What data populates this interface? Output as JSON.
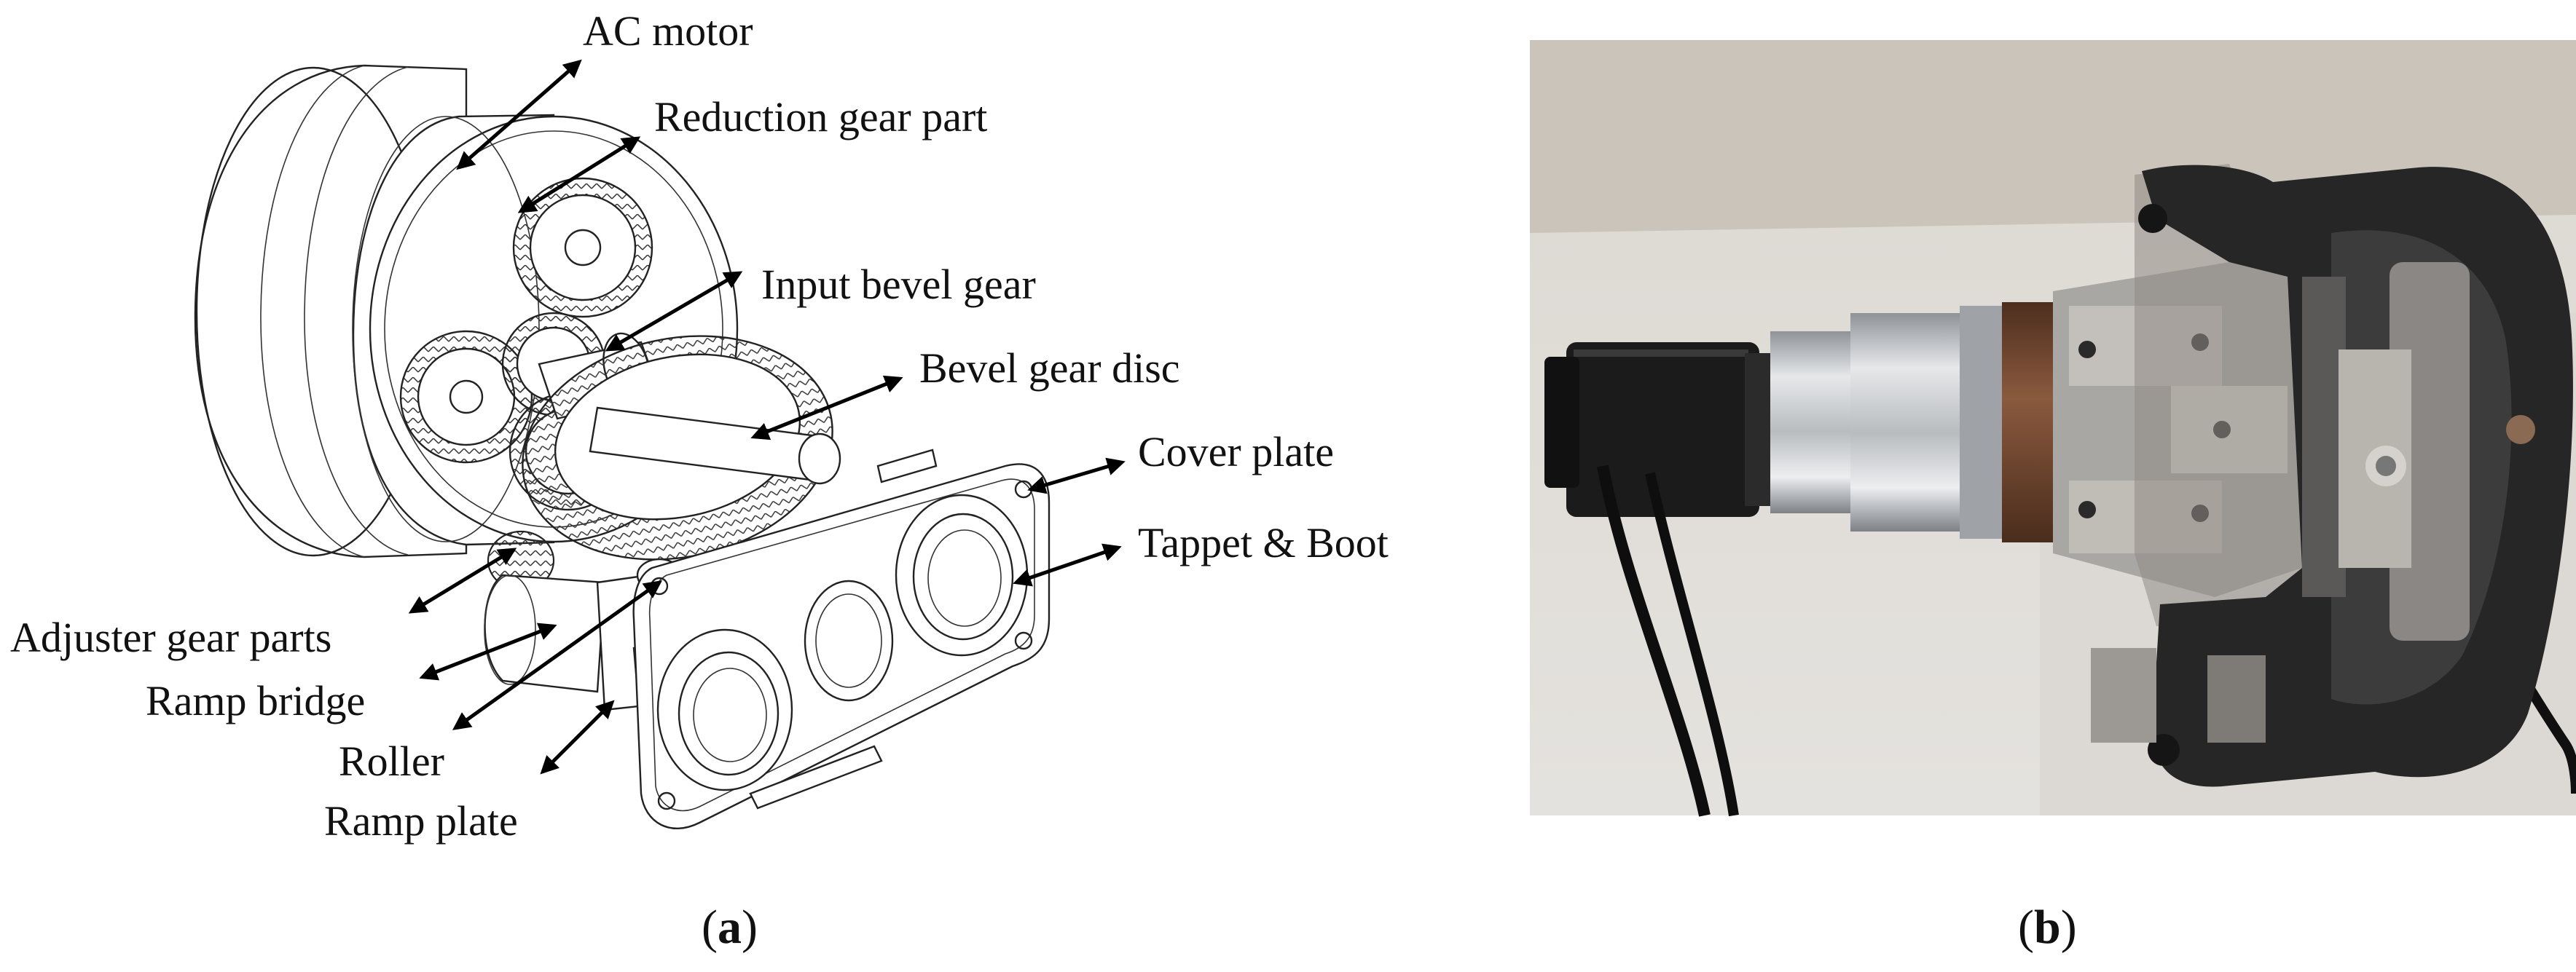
{
  "panel_a": {
    "labels": {
      "ac_motor": "AC motor",
      "reduction_gear_part": "Reduction gear part",
      "input_bevel_gear": "Input bevel gear",
      "bevel_gear_disc": "Bevel gear disc",
      "cover_plate": "Cover plate",
      "tappet_boot": "Tappet & Boot",
      "adjuster_gear_parts": "Adjuster gear parts",
      "ramp_bridge": "Ramp bridge",
      "roller": "Roller",
      "ramp_plate": "Ramp plate"
    },
    "caption_open": "(",
    "caption_letter": "a",
    "caption_close": ")"
  },
  "panel_b": {
    "caption_open": "(",
    "caption_letter": "b",
    "caption_close": ")"
  },
  "colors": {
    "line": "#222222",
    "photo_background": "#d9d4cd",
    "motor_black": "#1b1b1b",
    "aluminum": "#c4c6c8",
    "rust": "#7a4b33",
    "caliper_black": "#262626"
  }
}
